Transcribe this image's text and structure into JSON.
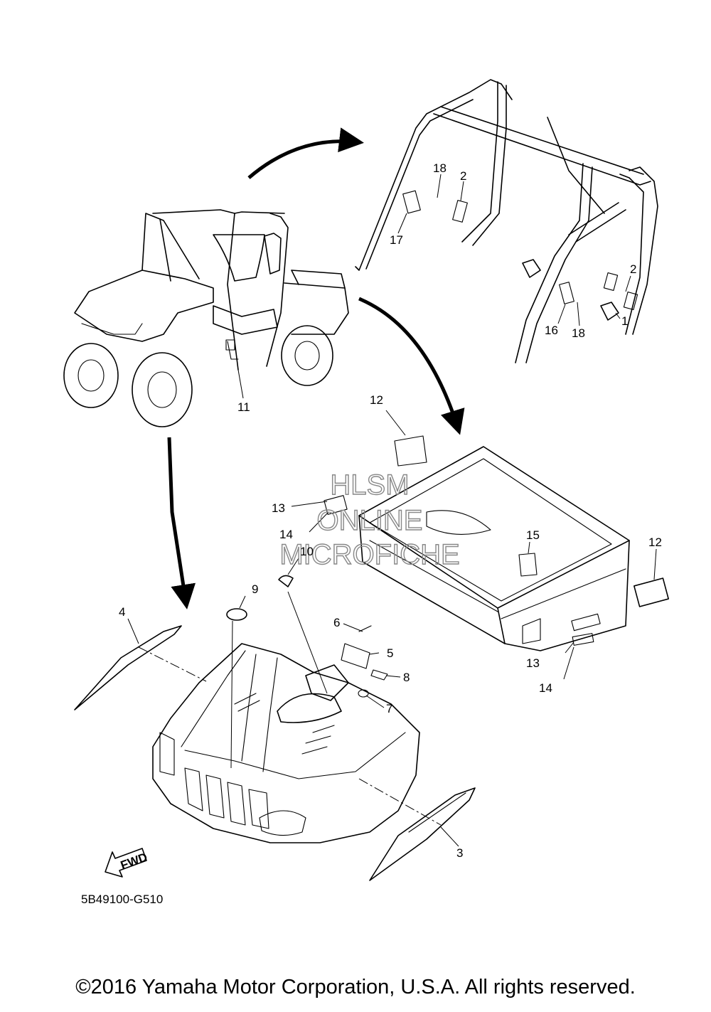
{
  "callouts": {
    "c1": "1",
    "c2a": "2",
    "c2b": "2",
    "c3": "3",
    "c4": "4",
    "c5": "5",
    "c6": "6",
    "c7": "7",
    "c8": "8",
    "c9": "9",
    "c10": "10",
    "c11": "11",
    "c12a": "12",
    "c12b": "12",
    "c13a": "13",
    "c13b": "13",
    "c14a": "14",
    "c14b": "14",
    "c15": "15",
    "c16": "16",
    "c17": "17",
    "c18a": "18",
    "c18b": "18"
  },
  "fwd_label": "FWD",
  "diagram_code": "5B49100-G510",
  "watermark": {
    "line1": "HLSM",
    "line2": "ONLINE",
    "line3": "MICROFICHE"
  },
  "copyright": "©2016 Yamaha Motor Corporation, U.S.A. All rights reserved."
}
